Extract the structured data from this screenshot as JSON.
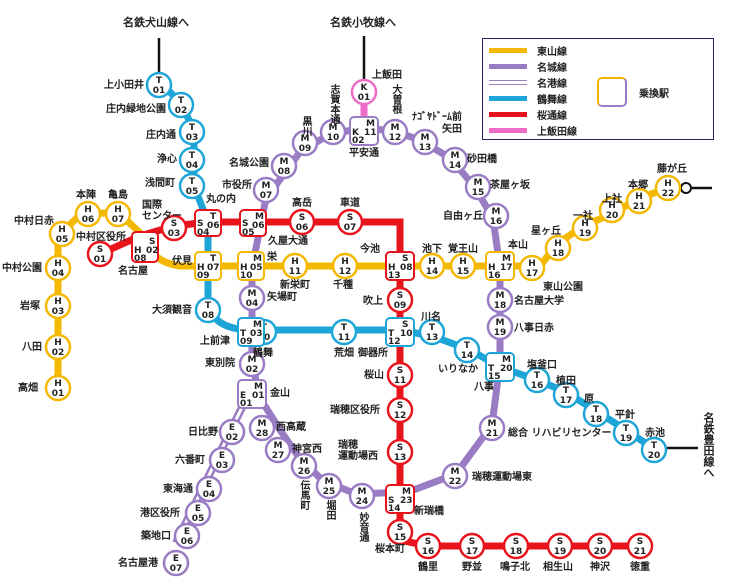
{
  "colors": {
    "higashiyama": "#f5b800",
    "meijo": "#9a7cc4",
    "meiko": "#9a7cc4",
    "tsurumai": "#1ea5d8",
    "sakuradori": "#e8141c",
    "kamiiida": "#f06ac8",
    "text": "#222222"
  },
  "legend": {
    "items": [
      {
        "label": "東山線",
        "color": "#f5b800",
        "style": "solid"
      },
      {
        "label": "名城線",
        "color": "#9a7cc4",
        "style": "solid"
      },
      {
        "label": "名港線",
        "color": "#9a7cc4",
        "style": "double"
      },
      {
        "label": "鶴舞線",
        "color": "#1ea5d8",
        "style": "solid"
      },
      {
        "label": "桜通線",
        "color": "#e8141c",
        "style": "solid"
      },
      {
        "label": "上飯田線",
        "color": "#f06ac8",
        "style": "solid"
      }
    ],
    "transfer_label": "乗換駅"
  },
  "external": {
    "inuyama": "名鉄犬山線へ",
    "komaki": "名鉄小牧線へ",
    "toyota": "名鉄豊田線へ"
  },
  "labels": {
    "kamiotai": "上小田井",
    "shonairyokuchi": "庄内緑地公園",
    "shonaidori": "庄内通",
    "joshin": "浄心",
    "sengencho": "浅間町",
    "marunouchi": "丸の内",
    "shiyakusho": "市役所",
    "meijokoen": "名城公園",
    "kurokawa": "黒川",
    "shigahondori": "志賀本通",
    "kamiiida": "上飯田",
    "heiandori": "平安通",
    "ozone": "大曽根",
    "nagoyadome": "ﾅｺﾞﾔﾄﾞｰﾑ前",
    "yada": "矢田",
    "sunadabashi": "砂田橋",
    "chayagasaka": "茶屋ヶ坂",
    "jiyugaoka": "自由ヶ丘",
    "motoyama": "本山",
    "nagoyadaigaku": "名古屋大学",
    "yagotonisseki": "八事日赤",
    "yagoto": "八事",
    "sogoriha": "総合\nリハビリセンター",
    "mizuhoundojohigashi": "瑞穂運動場東",
    "aratamabashi": "新瑞橋",
    "myoondori": "妙音通",
    "horita": "堀田",
    "temmacho": "伝馬町",
    "jingunishi": "神宮西",
    "nishitakakura": "西高蔵",
    "kanayama": "金山",
    "higashibetsuin": "東別院",
    "yabacho": "矢場町",
    "sakae": "栄",
    "hisayaodori": "久屋大通",
    "takaoka": "高岳",
    "kurumamichi": "車道",
    "imaike": "今池",
    "fukiage": "吹上",
    "gokiso": "御器所",
    "sakurayama": "桜山",
    "mizuhokuyakusho": "瑞穂区役所",
    "mizuhoundojonishi": "瑞穂\n運動場西",
    "sakuramotocho": "桜本町",
    "tsurusato": "鶴里",
    "nonami": "野並",
    "narukokita": "鳴子北",
    "aioiyama": "相生山",
    "kamisawa": "神沢",
    "tokushige": "徳重",
    "hibino": "日比野",
    "rokubancho": "六番町",
    "tokaidori": "東海通",
    "minatokuyakusho": "港区役所",
    "tsukiji": "築地口",
    "nagoyako": "名古屋港",
    "takabata": "高畑",
    "hatta": "八田",
    "iwatsuka": "岩塚",
    "nakamurakoen": "中村公園",
    "nakamuranisseki": "中村日赤",
    "honjin": "本陣",
    "kameshima": "亀島",
    "nakamurakuyakusho": "中村区役所",
    "kokusaicenter": "国際\nセンター",
    "nagoya": "名古屋",
    "fushimi": "伏見",
    "osukannon": "大須観音",
    "kamimaezu": "上前津",
    "tsurumai": "鶴舞",
    "arahata": "荒畑",
    "kawana": "川名",
    "irinaka": "いりなか",
    "shiogamaguchi": "塩釜口",
    "ueda": "植田",
    "hara": "原",
    "hirabari": "平針",
    "akaike": "赤池",
    "shinsakaemachi": "新栄町",
    "chikusa": "千種",
    "ikeshita": "池下",
    "kakuozan": "覚王山",
    "higashiyamakoen": "東山公園",
    "hoshigaoka": "星ヶ丘",
    "issha": "一社",
    "kamiyashiro": "上社",
    "hongo": "本郷",
    "fujigaoka": "藤が丘"
  }
}
